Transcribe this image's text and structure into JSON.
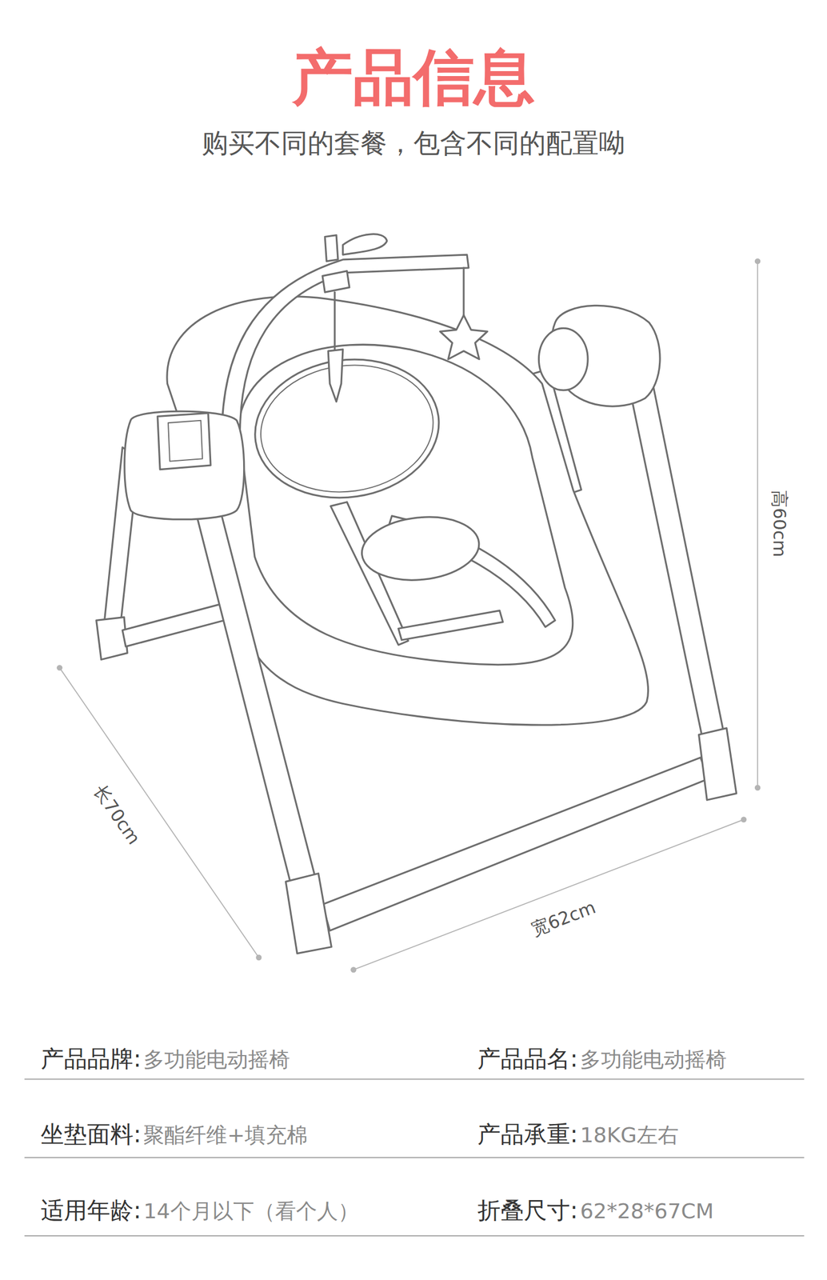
{
  "diagram": {
    "title": "产品信息",
    "labels": [
      "购买不同的套餐，包含不同的配置呦",
      "高60cm",
      "长70cm",
      "宽62cm",
      "产品品牌:",
      "多功能电动摇椅",
      "产品品名:",
      "多功能电动摇椅",
      "坐垫面料:",
      "聚酯纤维+填充棉",
      "产品承重:",
      "18KG左右",
      "适用年龄:",
      "14个月以下（看个人）",
      "折叠尺寸:",
      "62*28*67CM"
    ]
  }
}
